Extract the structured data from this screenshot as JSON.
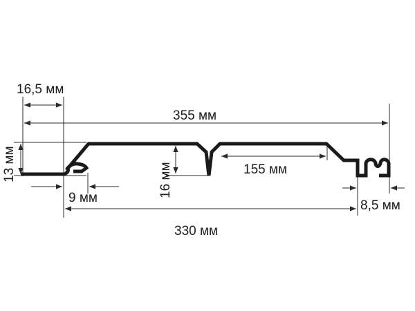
{
  "dimensions": {
    "overall_width": "355 мм",
    "lip_offset": "16,5 мм",
    "profile_height": "13 мм",
    "groove_depth": "16 мм",
    "flat_width": "155 мм",
    "step_width": "9 мм",
    "cover_width": "330 мм",
    "end_width": "8,5 мм"
  },
  "colors": {
    "line": "#1a1a1a",
    "text": "#1e1e1e",
    "background": "#ffffff"
  }
}
